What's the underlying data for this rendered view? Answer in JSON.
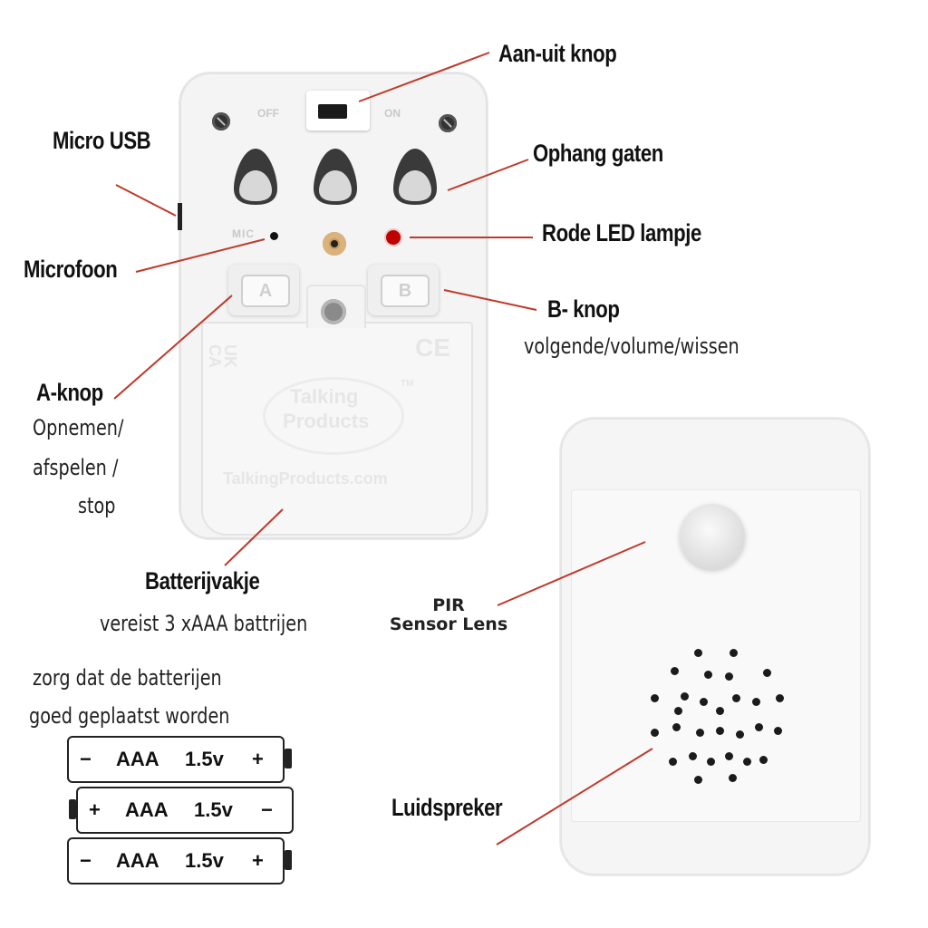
{
  "labels": {
    "power_button": "Aan-uit knop",
    "micro_usb": "Micro USB",
    "hanging_holes": "Ophang gaten",
    "red_led": "Rode LED lampje",
    "microphone": "Microfoon",
    "b_button": "B- knop",
    "b_button_desc": "volgende/volume/wissen",
    "a_button": "A-knop",
    "a_button_desc_1": "Opnemen/",
    "a_button_desc_2": "afspelen /",
    "a_button_desc_3": "stop",
    "battery_compartment": "Batterijvakje",
    "battery_requirement": "vereist 3 xAAA battrijen",
    "battery_note_1": "zorg dat de batterijen",
    "battery_note_2": "goed geplaatst worden",
    "pir_1": "PIR",
    "pir_2": "Sensor Lens",
    "speaker": "Luidspreker"
  },
  "device_back": {
    "off": "OFF",
    "on": "ON",
    "mic": "MIC",
    "button_a": "A",
    "button_b": "B",
    "ukca": "UK CA",
    "ce": "CE",
    "brand_1": "Talking",
    "brand_2": "Products",
    "tm": "TM",
    "website": "TalkingProducts.com"
  },
  "batteries": [
    {
      "left": "−",
      "type": "AAA",
      "voltage": "1.5v",
      "right": "+",
      "cap_side": "right"
    },
    {
      "left": "+",
      "type": "AAA",
      "voltage": "1.5v",
      "right": "−",
      "cap_side": "left"
    },
    {
      "left": "−",
      "type": "AAA",
      "voltage": "1.5v",
      "right": "+",
      "cap_side": "right"
    }
  ],
  "colors": {
    "leader_line": "#c0392b",
    "led": "#c00000",
    "device": "#f4f4f4"
  }
}
